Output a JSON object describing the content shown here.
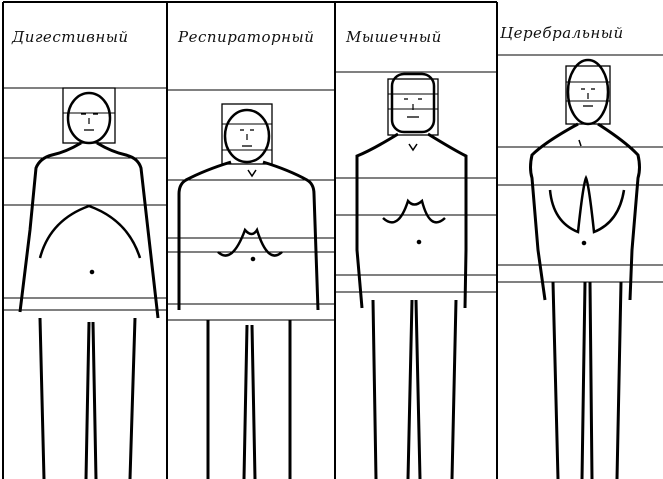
{
  "figure": {
    "types": [
      {
        "label": "Дигестивный"
      },
      {
        "label": "Респираторный"
      },
      {
        "label": "Мышечный"
      },
      {
        "label": "Церебральный"
      }
    ]
  }
}
